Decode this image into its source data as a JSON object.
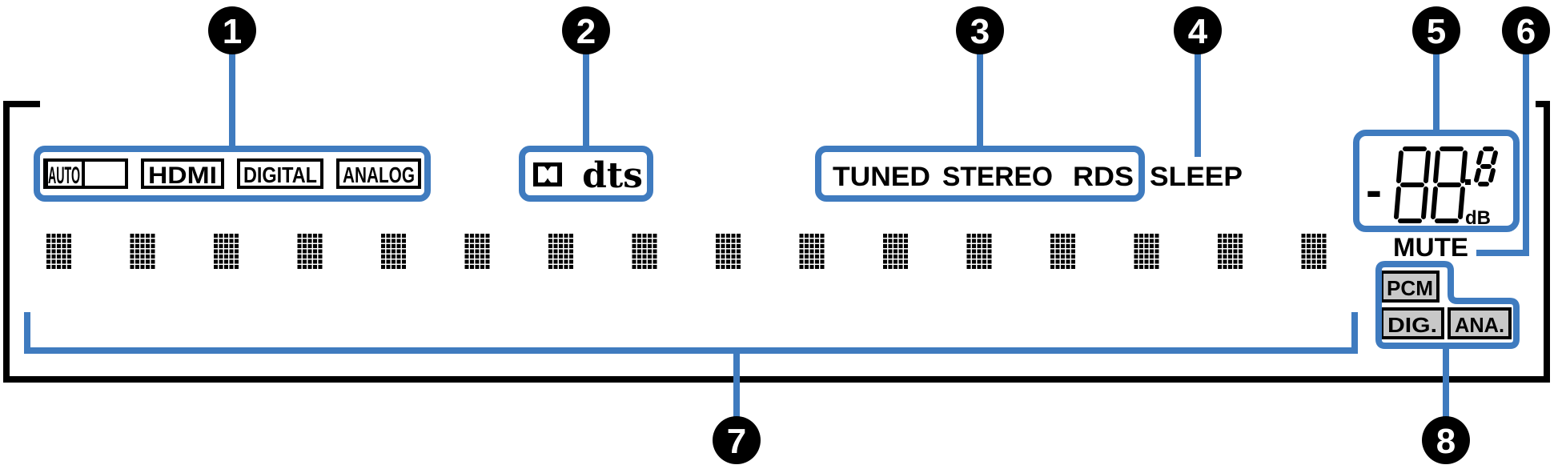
{
  "callouts": [
    "1",
    "2",
    "3",
    "4",
    "5",
    "6",
    "7",
    "8"
  ],
  "input_mode_labels": [
    "AUTO",
    "HDMI",
    "DIGITAL",
    "ANALOG"
  ],
  "decoder_labels": {
    "dolby_symbol": "DD",
    "dts": "dts"
  },
  "tuner_labels": [
    "TUNED",
    "STEREO",
    "RDS"
  ],
  "sleep_label": "SLEEP",
  "volume": {
    "minus": "-",
    "digits": "88.8",
    "unit": "dB"
  },
  "mute_label": "MUTE",
  "signal_labels": {
    "pcm": "PCM",
    "dig": "DIG.",
    "ana": "ANA."
  },
  "info_display": {
    "characters": 16,
    "dot_columns": 5,
    "dot_rows": 7
  },
  "colors": {
    "callout_blue": "#3f7bbf",
    "outline": "#000000",
    "signal_fill": "#c8c8c8"
  }
}
